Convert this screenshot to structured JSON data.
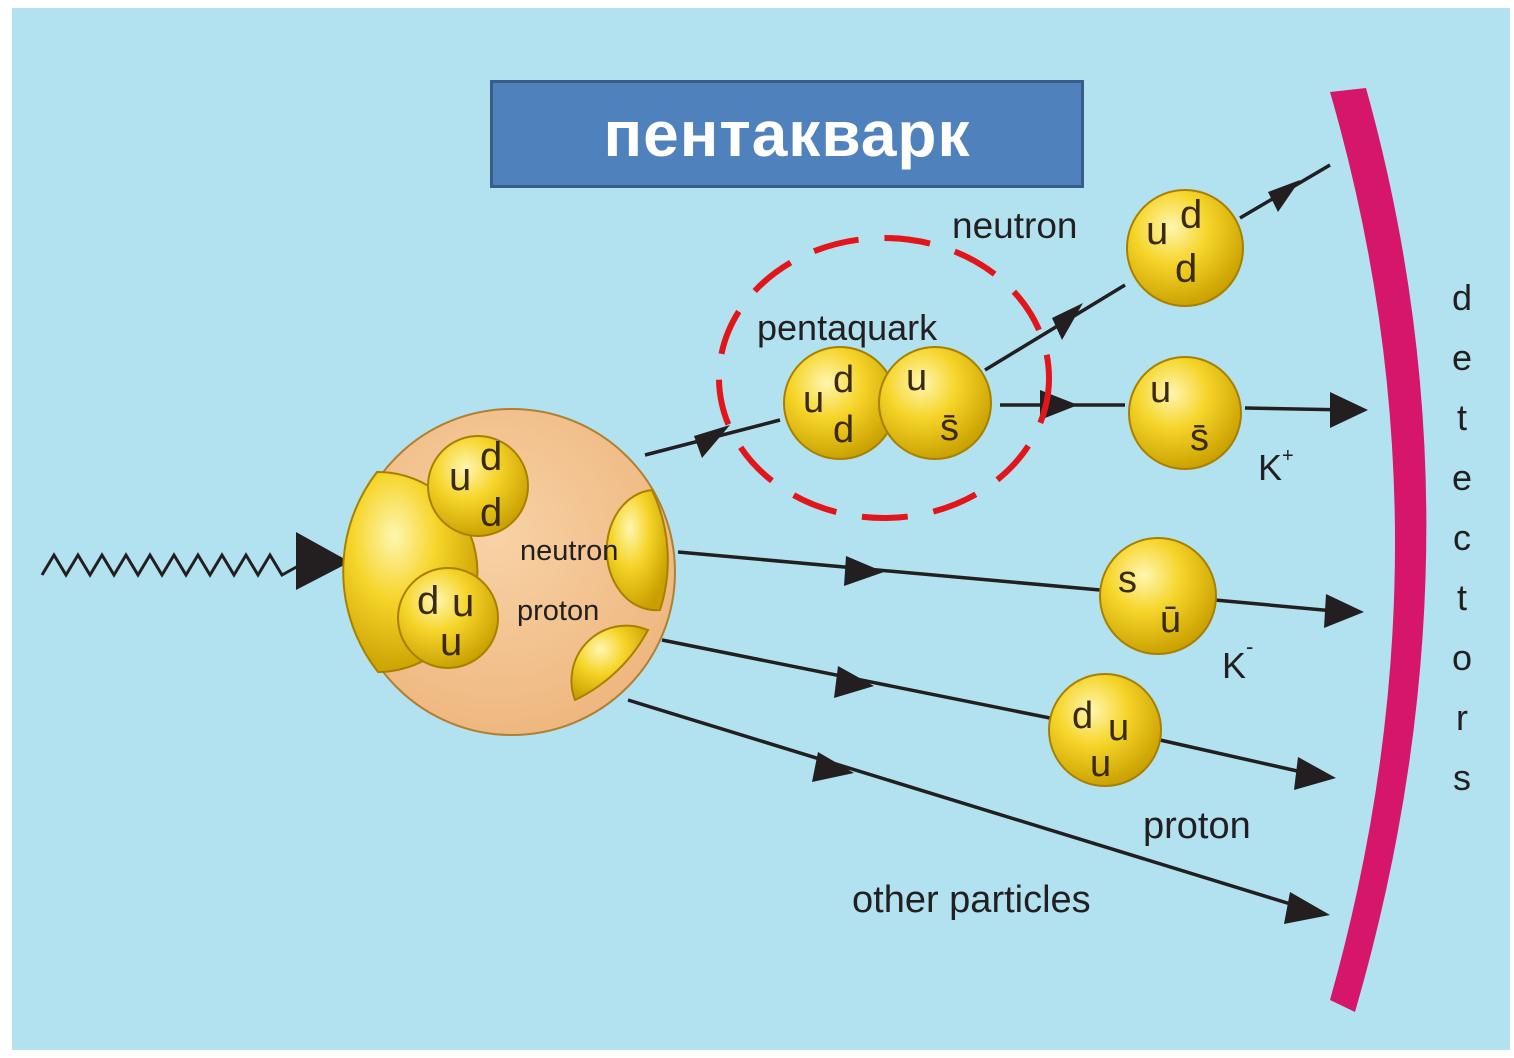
{
  "title": "пентакварк",
  "labels": {
    "neutron_out": "neutron",
    "pentaquark": "pentaquark",
    "k_plus": "K",
    "k_plus_sup": "+",
    "neutron_in": "neutron",
    "proton_in": "proton",
    "k_minus": "K",
    "k_minus_sup": "-",
    "proton_out": "proton",
    "other": "other particles"
  },
  "detectors": [
    "d",
    "e",
    "t",
    "e",
    "c",
    "t",
    "o",
    "r",
    "s"
  ],
  "quarks": {
    "in_neutron": [
      "u",
      "d",
      "d"
    ],
    "in_proton": [
      "d",
      "u",
      "u"
    ],
    "penta_left": [
      "u",
      "d",
      "d"
    ],
    "penta_right": [
      "u",
      "s̄"
    ],
    "out_neutron": [
      "u",
      "d",
      "d"
    ],
    "kplus": [
      "u",
      "s̄"
    ],
    "kminus": [
      "s",
      "ū"
    ],
    "out_proton": [
      "d",
      "u",
      "u"
    ]
  },
  "colors": {
    "background": "#b2e2f0",
    "detector": "#d6166a",
    "nucleus": "#f5c490",
    "quark_ball": "#f2cf1e",
    "highlight": "#e2151b",
    "title_box": "#4f81bd"
  }
}
